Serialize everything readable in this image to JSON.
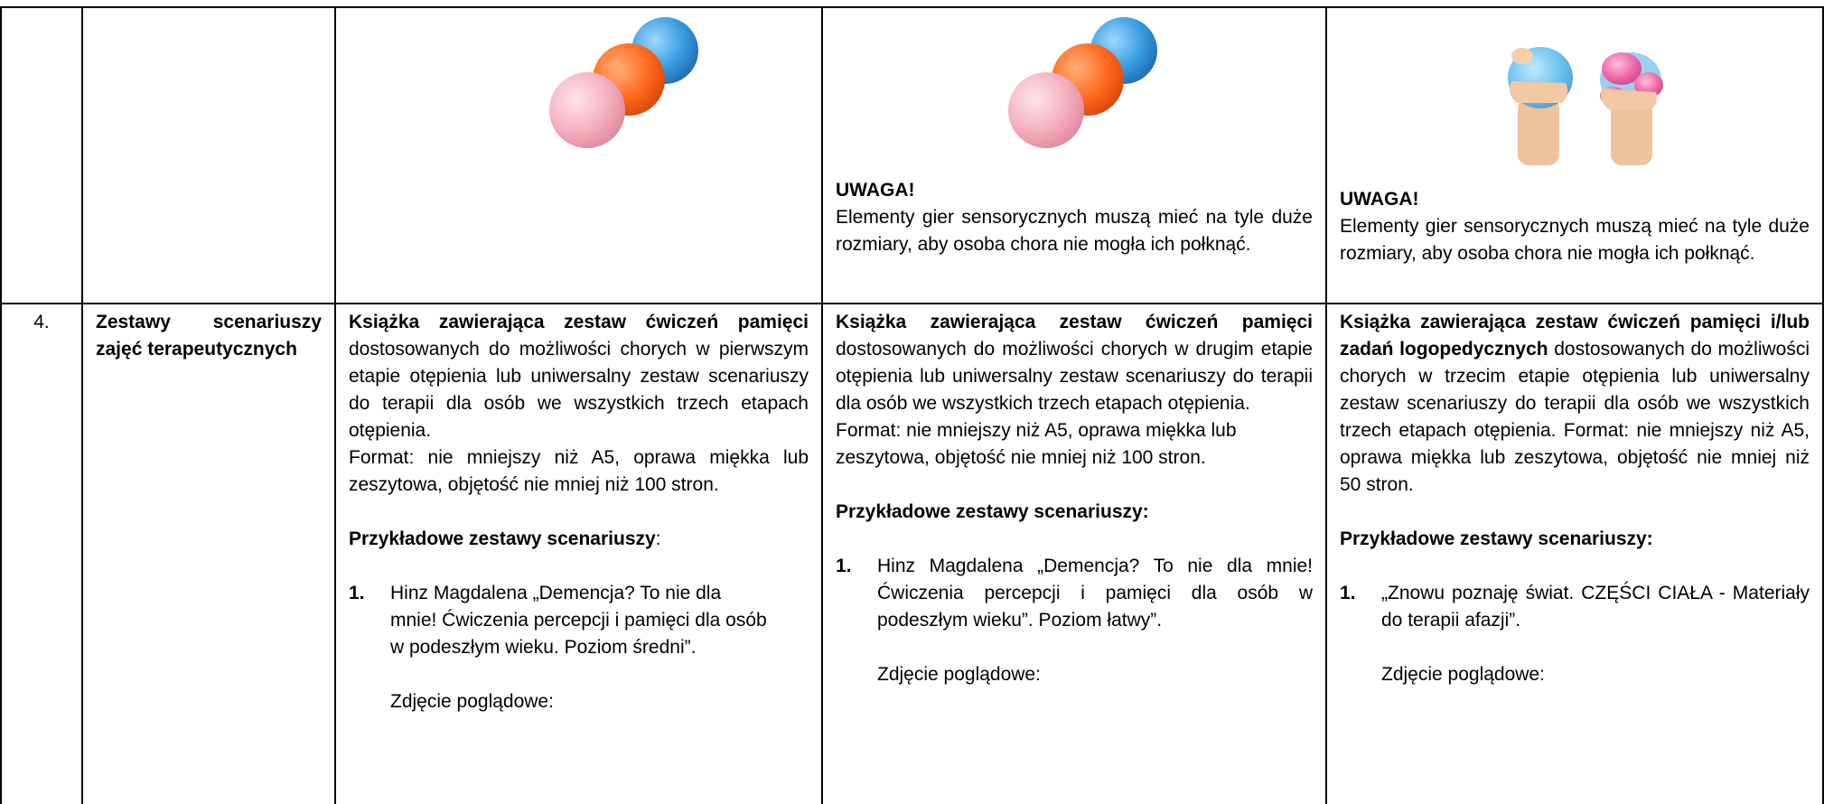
{
  "row_top": {
    "warning_col4": {
      "title": "UWAGA!",
      "text": "Elementy gier sensorycznych muszą mieć na tyle duże rozmiary, aby osoba chora nie mogła ich połknąć."
    },
    "warning_col5": {
      "title": "UWAGA!",
      "text": "Elementy gier sensorycznych muszą mieć na tyle duże rozmiary, aby osoba chora nie mogła ich połknąć."
    }
  },
  "row4": {
    "number": "4.",
    "category": "Zestawy scenariuszy zajęć terapeutycznych",
    "col3": {
      "lead_bold": "Książka zawierająca zestaw ćwiczeń pamięci",
      "lead_rest": " dostosowanych do możliwości chorych w pierwszym etapie otępienia lub uniwersalny zestaw scenariuszy do terapii dla osób we wszystkich trzech etapach otępienia.",
      "format": "Format: nie mniejszy niż A5, oprawa miękka lub zeszytowa, objętość nie mniej niż 100 stron.",
      "examples_heading": "Przykładowe zestawy scenariuszy",
      "examples_colon": ":",
      "item_num": "1.",
      "item_text": "Hinz Magdalena „Demencja? To nie dla mnie! Ćwiczenia percepcji i pamięci dla osób w podeszłym wieku. Poziom średni”.",
      "photo_label": "Zdjęcie poglądowe:"
    },
    "col4": {
      "lead_bold": "Książka zawierająca zestaw ćwiczeń pamięci",
      "lead_rest": " dostosowanych do możliwości chorych w drugim etapie otępienia lub uniwersalny zestaw scenariuszy do terapii dla osób we wszystkich trzech etapach otępienia.",
      "format": "Format: nie mniejszy niż A5, oprawa miękka lub zeszytowa, objętość nie mniej niż 100 stron.",
      "examples_heading": "Przykładowe zestawy scenariuszy:",
      "item_num": "1.",
      "item_text": "Hinz Magdalena „Demencja? To nie dla mnie! Ćwiczenia percepcji i pamięci dla osób w podeszłym wieku”. Poziom łatwy”.",
      "photo_label": "Zdjęcie poglądowe:"
    },
    "col5": {
      "lead_bold": "Książka zawierająca zestaw ćwiczeń pamięci i/lub zadań logopedycznych",
      "lead_rest": " dostosowanych do możliwości chorych w trzecim etapie otępienia lub uniwersalny zestaw scenariuszy do terapii dla osób we wszystkich trzech etapach otępienia. Format: nie mniejszy niż A5, oprawa miękka lub zeszytowa, objętość nie mniej niż 50 stron.",
      "examples_heading": "Przykładowe zestawy scenariuszy:",
      "item_num": "1.",
      "item_text": "„Znowu poznaję świat. CZĘŚCI CIAŁA - Materiały do terapii afazji”.",
      "photo_label": "Zdjęcie poglądowe:"
    }
  }
}
